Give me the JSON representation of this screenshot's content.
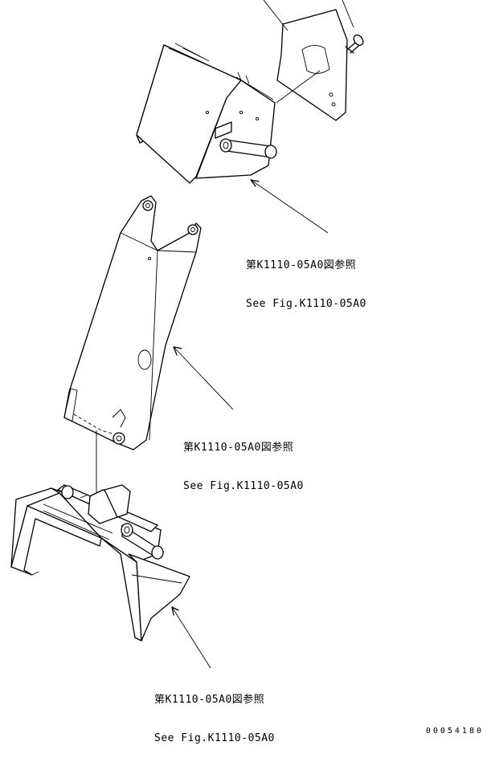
{
  "callouts": [
    {
      "line1": "第K1110-05A0図参照",
      "line2": "See Fig.K1110-05A0"
    },
    {
      "line1": "第K1110-05A0図参照",
      "line2": "See Fig.K1110-05A0"
    },
    {
      "line1": "第K1110-05A0図参照",
      "line2": "See Fig.K1110-05A0"
    }
  ],
  "drawing_number": "00054180"
}
